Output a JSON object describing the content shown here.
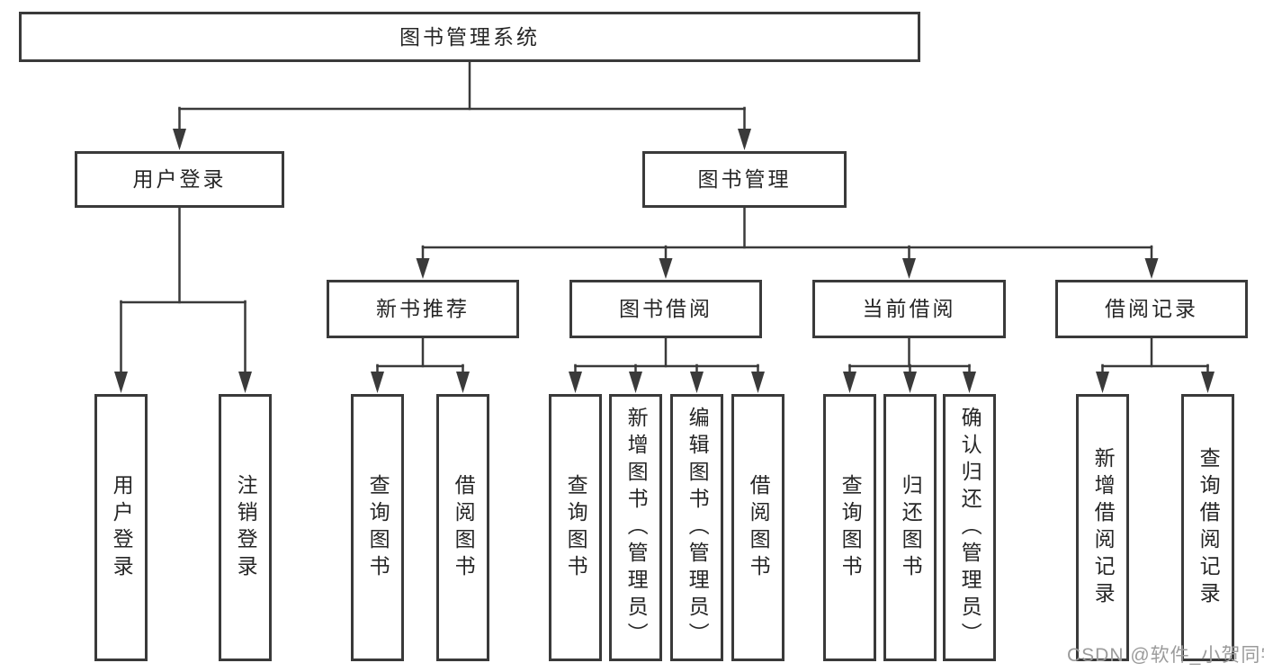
{
  "diagram": {
    "root": {
      "label": "图书管理系统"
    },
    "branches": [
      {
        "label": "用户登录",
        "children": [
          {
            "label": "用户登录"
          },
          {
            "label": "注销登录"
          }
        ]
      },
      {
        "label": "图书管理",
        "children": [
          {
            "label": "新书推荐",
            "children": [
              {
                "label": "查询图书"
              },
              {
                "label": "借阅图书"
              }
            ]
          },
          {
            "label": "图书借阅",
            "children": [
              {
                "label": "查询图书"
              },
              {
                "label": "新增图书（管理员）"
              },
              {
                "label": "编辑图书（管理员）"
              },
              {
                "label": "借阅图书"
              }
            ]
          },
          {
            "label": "当前借阅",
            "children": [
              {
                "label": "查询图书"
              },
              {
                "label": "归还图书"
              },
              {
                "label": "确认归还（管理员）"
              }
            ]
          },
          {
            "label": "借阅记录",
            "children": [
              {
                "label": "新增借阅记录"
              },
              {
                "label": "查询借阅记录"
              }
            ]
          }
        ]
      }
    ]
  },
  "watermark": {
    "label": "CSDN @软件_小贺同学"
  },
  "colors": {
    "line": "#3a3a3a",
    "text": "#262626",
    "watermark": "#9b9b9b",
    "background": "#ffffff"
  }
}
